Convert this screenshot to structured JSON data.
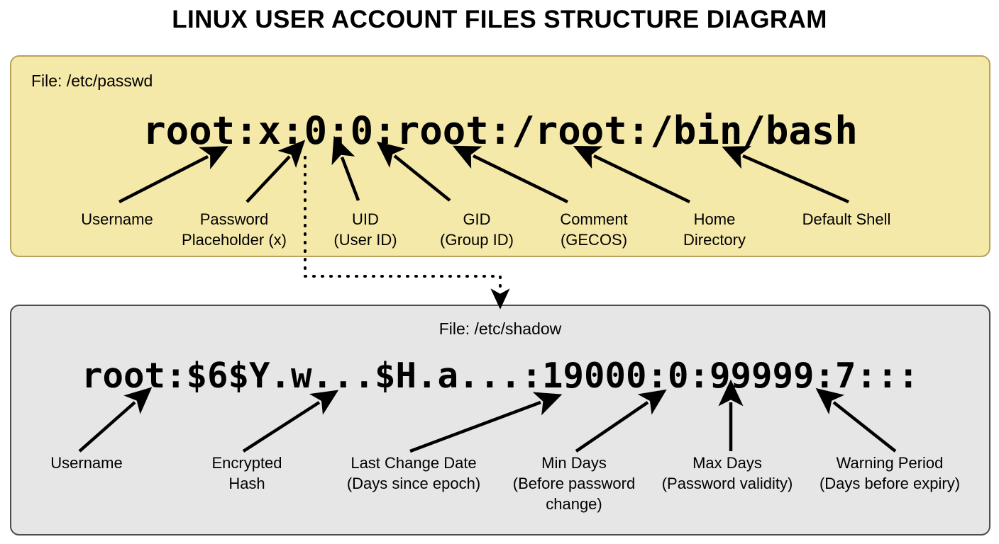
{
  "title": "LINUX USER ACCOUNT FILES STRUCTURE DIAGRAM",
  "colors": {
    "passwd_panel_bg": "#f5e9a9",
    "passwd_panel_border": "#b9a25c",
    "shadow_panel_bg": "#e6e6e6",
    "shadow_panel_border": "#4d4d4d",
    "page_bg": "#ffffff",
    "ink": "#000000"
  },
  "passwd": {
    "file_label": "File: /etc/passwd",
    "record": "root:x:0:0:root:/root:/bin/bash",
    "fields": [
      {
        "name": "Username",
        "sub": ""
      },
      {
        "name": "Password",
        "sub": "Placeholder (x)"
      },
      {
        "name": "UID",
        "sub": "(User ID)"
      },
      {
        "name": "GID",
        "sub": "(Group ID)"
      },
      {
        "name": "Comment",
        "sub": "(GECOS)"
      },
      {
        "name": "Home",
        "sub": "Directory"
      },
      {
        "name": "Default Shell",
        "sub": ""
      }
    ]
  },
  "shadow": {
    "file_label": "File: /etc/shadow",
    "record": "root:$6$Y.w...$H.a...:19000:0:99999:7:::",
    "fields": [
      {
        "name": "Username",
        "sub": ""
      },
      {
        "name": "Encrypted",
        "sub": "Hash"
      },
      {
        "name": "Last Change Date",
        "sub": "(Days since epoch)"
      },
      {
        "name": "Min Days",
        "sub": "(Before password change)"
      },
      {
        "name": "Max Days",
        "sub": "(Password validity)"
      },
      {
        "name": "Warning Period",
        "sub": "(Days before expiry)"
      }
    ]
  },
  "connector": {
    "description": "dotted-link-passwd-x-to-shadow",
    "from_field": "Password Placeholder (x)",
    "to_file": "/etc/shadow"
  }
}
